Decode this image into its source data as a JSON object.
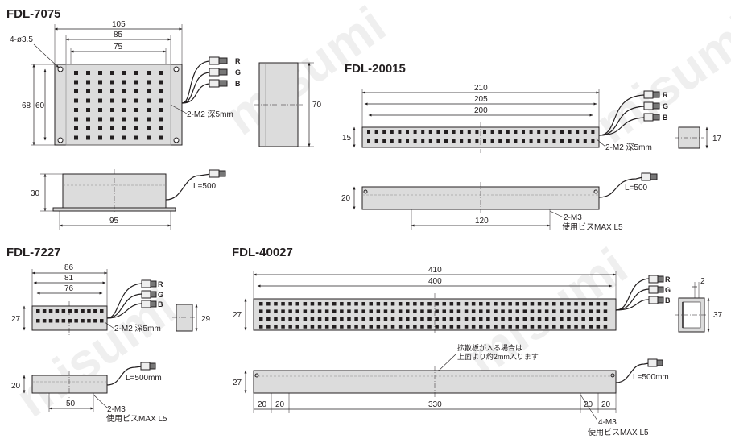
{
  "watermark": "misumi",
  "fdl7075": {
    "title": "FDL-7075",
    "d105": "105",
    "d85": "85",
    "d75": "75",
    "d4phi": "4-ø3.5",
    "d68": "68",
    "d60": "60",
    "d70": "70",
    "d30": "30",
    "d95": "95",
    "m2": "2-M2 深5mm",
    "L": "L=500",
    "R": "R",
    "G": "G",
    "B": "B"
  },
  "fdl20015": {
    "title": "FDL-20015",
    "d210": "210",
    "d205": "205",
    "d200": "200",
    "d15": "15",
    "d17": "17",
    "d20": "20",
    "d120": "120",
    "m2": "2-M2 深5mm",
    "m3": "2-M3",
    "screw": "使用ビスMAX L5",
    "L": "L=500",
    "R": "R",
    "G": "G",
    "B": "B"
  },
  "fdl7227": {
    "title": "FDL-7227",
    "d86": "86",
    "d81": "81",
    "d76": "76",
    "d27": "27",
    "d29": "29",
    "d20": "20",
    "d50": "50",
    "m2": "2-M2 深5mm",
    "m3": "2-M3",
    "screw": "使用ビスMAX L5",
    "L": "L=500mm",
    "R": "R",
    "G": "G",
    "B": "B"
  },
  "fdl40027": {
    "title": "FDL-40027",
    "d410": "410",
    "d400": "400",
    "d27a": "27",
    "d27b": "27",
    "d2": "2",
    "d37": "37",
    "d20a": "20",
    "d20b": "20",
    "d330": "330",
    "d20c": "20",
    "d20d": "20",
    "diff1": "拡散板が入る場合は",
    "diff2": "上面より約2mm入ります",
    "m3": "4-M3",
    "screw": "使用ビスMAX L5",
    "L": "L=500mm",
    "R": "R",
    "G": "G",
    "B": "B"
  }
}
